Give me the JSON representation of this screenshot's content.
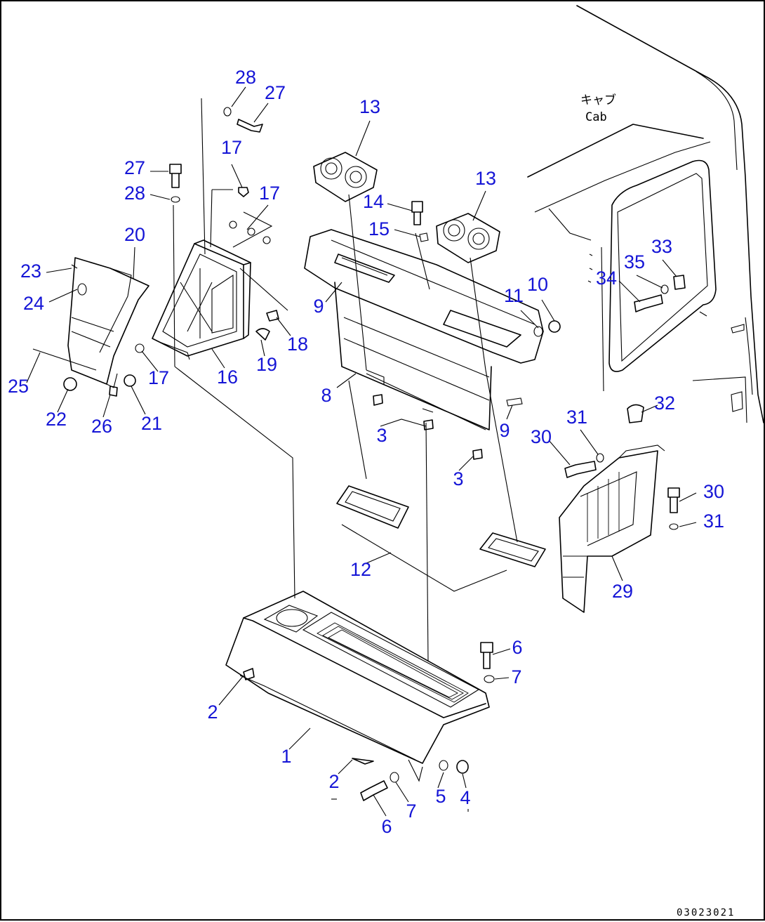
{
  "drawing_code": "03023021",
  "cab_note": {
    "japanese": "キャブ",
    "english": "Cab"
  },
  "callouts": [
    {
      "id": "c28a",
      "label": "28"
    },
    {
      "id": "c27a",
      "label": "27"
    },
    {
      "id": "c27b",
      "label": "27"
    },
    {
      "id": "c28b",
      "label": "28"
    },
    {
      "id": "c17a",
      "label": "17"
    },
    {
      "id": "c17b",
      "label": "17"
    },
    {
      "id": "c20",
      "label": "20"
    },
    {
      "id": "c23",
      "label": "23"
    },
    {
      "id": "c24",
      "label": "24"
    },
    {
      "id": "c25",
      "label": "25"
    },
    {
      "id": "c22",
      "label": "22"
    },
    {
      "id": "c26",
      "label": "26"
    },
    {
      "id": "c21",
      "label": "21"
    },
    {
      "id": "c17c",
      "label": "17"
    },
    {
      "id": "c16",
      "label": "16"
    },
    {
      "id": "c19",
      "label": "19"
    },
    {
      "id": "c18",
      "label": "18"
    },
    {
      "id": "c13a",
      "label": "13"
    },
    {
      "id": "c14",
      "label": "14"
    },
    {
      "id": "c15",
      "label": "15"
    },
    {
      "id": "c13b",
      "label": "13"
    },
    {
      "id": "c9a",
      "label": "9"
    },
    {
      "id": "c11",
      "label": "11"
    },
    {
      "id": "c10",
      "label": "10"
    },
    {
      "id": "c8",
      "label": "8"
    },
    {
      "id": "c3a",
      "label": "3"
    },
    {
      "id": "c9b",
      "label": "9"
    },
    {
      "id": "c3b",
      "label": "3"
    },
    {
      "id": "c12",
      "label": "12"
    },
    {
      "id": "c33",
      "label": "33"
    },
    {
      "id": "c35",
      "label": "35"
    },
    {
      "id": "c34",
      "label": "34"
    },
    {
      "id": "c32",
      "label": "32"
    },
    {
      "id": "c31a",
      "label": "31"
    },
    {
      "id": "c30a",
      "label": "30"
    },
    {
      "id": "c30b",
      "label": "30"
    },
    {
      "id": "c31b",
      "label": "31"
    },
    {
      "id": "c29",
      "label": "29"
    },
    {
      "id": "c6a",
      "label": "6"
    },
    {
      "id": "c7a",
      "label": "7"
    },
    {
      "id": "c2a",
      "label": "2"
    },
    {
      "id": "c1",
      "label": "1"
    },
    {
      "id": "c2b",
      "label": "2"
    },
    {
      "id": "c5",
      "label": "5"
    },
    {
      "id": "c4",
      "label": "4"
    },
    {
      "id": "c7b",
      "label": "7"
    },
    {
      "id": "c6b",
      "label": "6"
    }
  ]
}
